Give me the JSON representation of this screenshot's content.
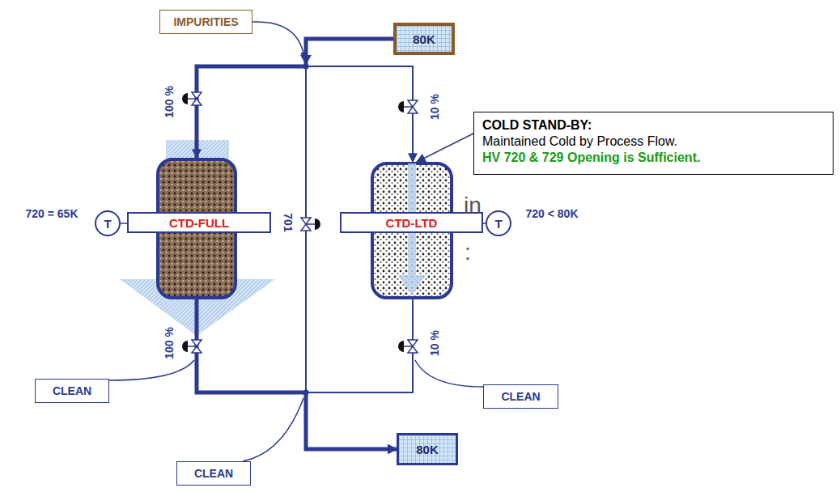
{
  "diagram": {
    "nodes": [
      {
        "text": [
          "IMPURITIES"
        ]
      },
      {
        "text": [
          "80K"
        ]
      },
      {
        "text": [
          "CTD-FULL"
        ]
      },
      {
        "text": [
          "CTD-LTD"
        ]
      },
      {
        "text": [
          "COLD STAND-BY:",
          "Maintained Cold by Process Flow.",
          "HV 720 & 729 Opening is Sufficient."
        ]
      },
      {
        "text": [
          "T"
        ]
      },
      {
        "text": [
          "T"
        ]
      },
      {
        "text": [
          "CLEAN"
        ]
      },
      {
        "text": [
          "CLEAN"
        ]
      },
      {
        "text": [
          "80K"
        ]
      },
      {
        "text": [
          "CLEAN"
        ]
      }
    ],
    "edges": [
      {
        "from": 1,
        "to": 2,
        "arrow": "to"
      },
      {
        "from": 1,
        "to": 3,
        "arrow": "to"
      },
      {
        "from": 1,
        "to": 9,
        "arrow": "to"
      },
      {
        "from": 2,
        "to": 9,
        "arrow": "to"
      },
      {
        "from": 3,
        "to": 9,
        "arrow": "to"
      },
      {
        "from": 4,
        "to": 3,
        "arrow": "to"
      },
      {
        "from": 5,
        "to": 2,
        "arrow": "none"
      },
      {
        "from": 6,
        "to": 3,
        "arrow": "none"
      }
    ],
    "labels": [
      "in",
      "100 %",
      "10 %",
      "720 = 65K",
      "720 < 80K",
      ":",
      "701",
      "100 %",
      "10 %"
    ]
  }
}
